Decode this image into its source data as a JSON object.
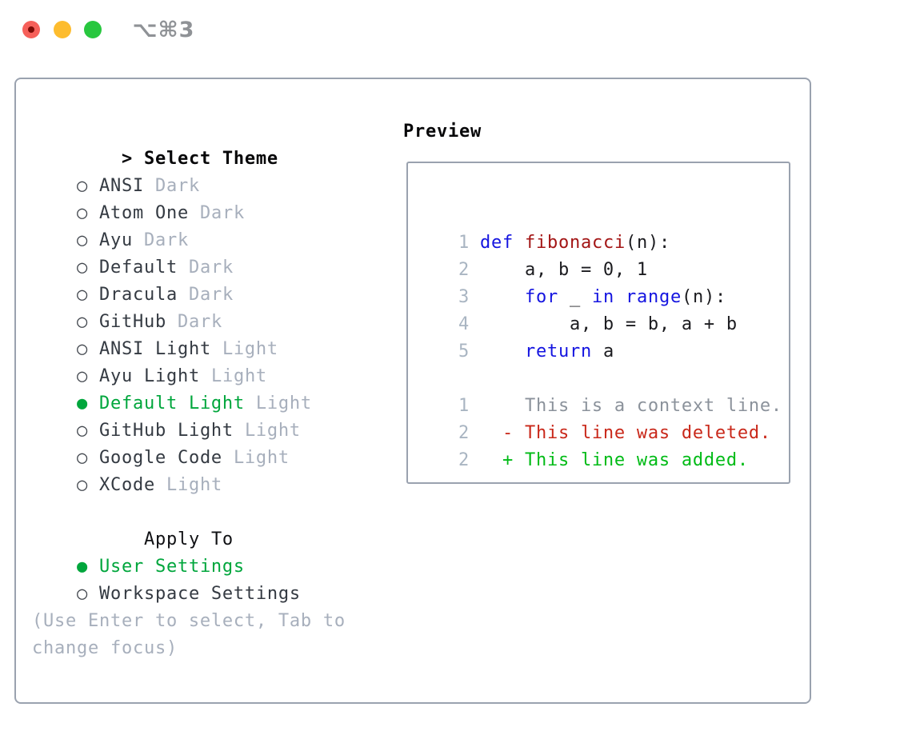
{
  "window": {
    "shortcut": "⌥⌘3",
    "traffic_lights": {
      "close": "close-button",
      "minimize": "minimize-button",
      "zoom": "zoom-button"
    }
  },
  "markers": {
    "prompt": ">",
    "selected": "●",
    "unselected": "○"
  },
  "theme_panel": {
    "title": "Select Theme",
    "themes": [
      {
        "name": "ANSI",
        "variant": "Dark",
        "selected": false
      },
      {
        "name": "Atom One",
        "variant": "Dark",
        "selected": false
      },
      {
        "name": "Ayu",
        "variant": "Dark",
        "selected": false
      },
      {
        "name": "Default",
        "variant": "Dark",
        "selected": false
      },
      {
        "name": "Dracula",
        "variant": "Dark",
        "selected": false
      },
      {
        "name": "GitHub",
        "variant": "Dark",
        "selected": false
      },
      {
        "name": "ANSI Light",
        "variant": "Light",
        "selected": false
      },
      {
        "name": "Ayu Light",
        "variant": "Light",
        "selected": false
      },
      {
        "name": "Default Light",
        "variant": "Light",
        "selected": true
      },
      {
        "name": "GitHub Light",
        "variant": "Light",
        "selected": false
      },
      {
        "name": "Google Code",
        "variant": "Light",
        "selected": false
      },
      {
        "name": "XCode",
        "variant": "Light",
        "selected": false
      }
    ],
    "apply_to": {
      "title": "Apply To",
      "options": [
        {
          "name": "User Settings",
          "selected": true
        },
        {
          "name": "Workspace Settings",
          "selected": false
        }
      ]
    },
    "hint": "(Use Enter to select, Tab to change focus)"
  },
  "preview": {
    "title": "Preview",
    "code_lines": [
      {
        "num": "1",
        "tokens": [
          {
            "text": "def",
            "color": "keyword"
          },
          {
            "text": " ",
            "color": "plain"
          },
          {
            "text": "fibonacci",
            "color": "function"
          },
          {
            "text": "(n):",
            "color": "plain"
          }
        ]
      },
      {
        "num": "2",
        "tokens": [
          {
            "text": "    a, b = 0, 1",
            "color": "plain"
          }
        ]
      },
      {
        "num": "3",
        "tokens": [
          {
            "text": "    ",
            "color": "plain"
          },
          {
            "text": "for",
            "color": "keyword"
          },
          {
            "text": " _ ",
            "color": "plain"
          },
          {
            "text": "in",
            "color": "keyword"
          },
          {
            "text": " ",
            "color": "plain"
          },
          {
            "text": "range",
            "color": "keyword"
          },
          {
            "text": "(n):",
            "color": "plain"
          }
        ]
      },
      {
        "num": "4",
        "tokens": [
          {
            "text": "        a, b = b, a + b",
            "color": "plain"
          }
        ]
      },
      {
        "num": "5",
        "tokens": [
          {
            "text": "    ",
            "color": "plain"
          },
          {
            "text": "return",
            "color": "keyword"
          },
          {
            "text": " a",
            "color": "plain"
          }
        ]
      }
    ],
    "diff_lines": [
      {
        "num": "1",
        "text": "    This is a context line.",
        "kind": "context"
      },
      {
        "num": "2",
        "text": "  - This line was deleted.",
        "kind": "deleted"
      },
      {
        "num": "2",
        "text": "  + This line was added.",
        "kind": "added"
      }
    ]
  },
  "colors": {
    "accent_green": "#00A63C",
    "added_green": "#00BB16",
    "deleted_red": "#C9281A",
    "keyword_blue": "#1414E0",
    "function_red": "#A31515",
    "border_gray": "#9AA2AF",
    "muted_gray": "#A7AFBC",
    "gutter_gray": "#A9B5C2",
    "context_gray": "#8B929B",
    "traffic_red": "#F6605A",
    "traffic_yellow": "#FDBC2E",
    "traffic_green": "#28C73F"
  }
}
